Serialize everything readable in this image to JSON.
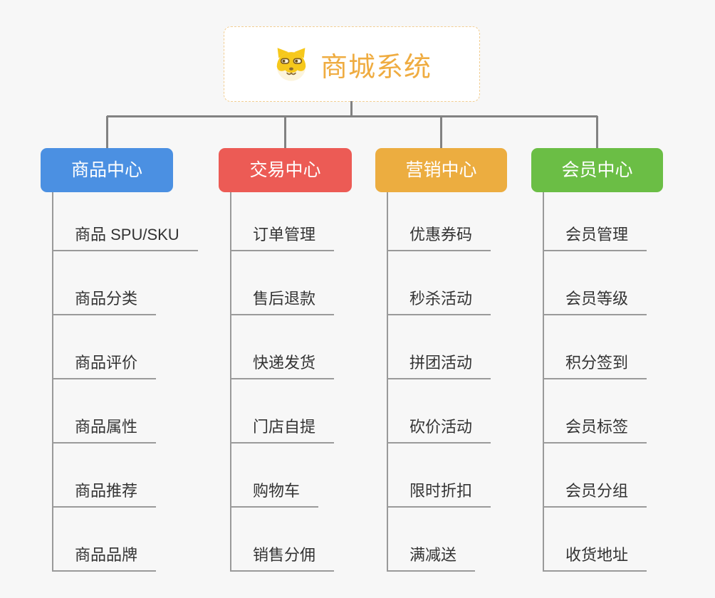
{
  "canvas": {
    "background": "#f7f7f7",
    "connector_color": "#828282",
    "branch_line_color": "#9A9A9A",
    "item_text_color": "#333333"
  },
  "root": {
    "title": "商城系统",
    "icon": "dog-face-icon",
    "text_color": "#EFAC41",
    "border_color": "#F2CE92",
    "background": "#ffffff"
  },
  "branches": [
    {
      "label": "商品中心",
      "color": "#4B90E2",
      "items": [
        "商品 SPU/SKU",
        "商品分类",
        "商品评价",
        "商品属性",
        "商品推荐",
        "商品品牌"
      ]
    },
    {
      "label": "交易中心",
      "color": "#EC5B55",
      "items": [
        "订单管理",
        "售后退款",
        "快递发货",
        "门店自提",
        "购物车",
        "销售分佣"
      ]
    },
    {
      "label": "营销中心",
      "color": "#ECAD40",
      "items": [
        "优惠券码",
        "秒杀活动",
        "拼团活动",
        "砍价活动",
        "限时折扣",
        "满减送"
      ]
    },
    {
      "label": "会员中心",
      "color": "#6BBE45",
      "items": [
        "会员管理",
        "会员等级",
        "积分签到",
        "会员标签",
        "会员分组",
        "收货地址"
      ]
    }
  ]
}
